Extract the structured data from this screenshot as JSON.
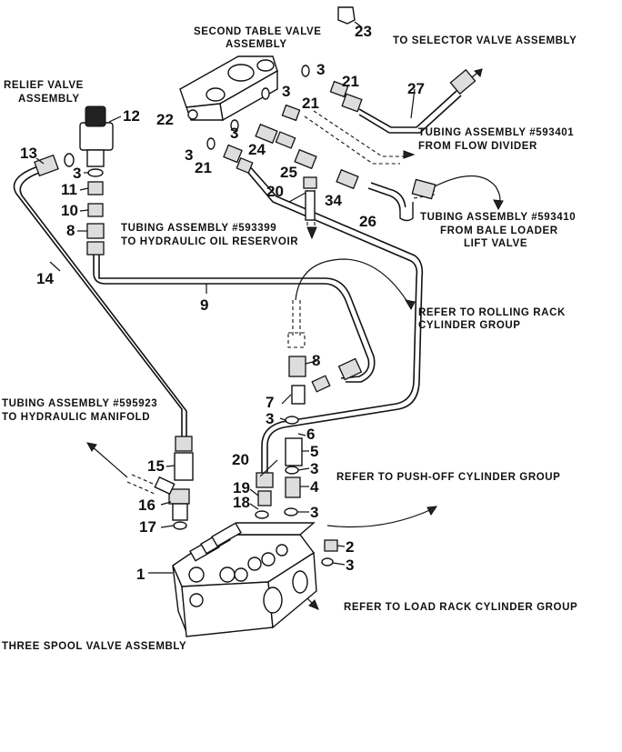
{
  "labels": {
    "second_table_valve": [
      "SECOND TABLE VALVE",
      "ASSEMBLY"
    ],
    "to_selector": "TO SELECTOR VALVE ASSEMBLY",
    "relief_valve": [
      "RELIEF VALVE",
      "ASSEMBLY"
    ],
    "tubing_593401": [
      "TUBING ASSEMBLY #593401",
      "FROM FLOW DIVIDER"
    ],
    "tubing_593410": [
      "TUBING ASSEMBLY #593410",
      "FROM BALE LOADER",
      "LIFT VALVE"
    ],
    "tubing_593399": [
      "TUBING ASSEMBLY #593399",
      "TO HYDRAULIC OIL RESERVOIR"
    ],
    "rolling_rack": [
      "REFER TO ROLLING RACK",
      "CYLINDER GROUP"
    ],
    "tubing_595923": [
      "TUBING ASSEMBLY #595923",
      "TO HYDRAULIC MANIFOLD"
    ],
    "push_off": "REFER TO PUSH-OFF CYLINDER GROUP",
    "load_rack": "REFER TO LOAD RACK CYLINDER GROUP",
    "three_spool": "THREE SPOOL VALVE ASSEMBLY"
  },
  "callouts": {
    "c23": "23",
    "c3a": "3",
    "c21a": "21",
    "c27": "27",
    "c3b": "3",
    "c21b": "21",
    "c22": "22",
    "c12": "12",
    "c3c": "3",
    "c24": "24",
    "c13": "13",
    "c3d": "3",
    "c21c": "21",
    "c25": "25",
    "c11": "11",
    "c34": "34",
    "c20a": "20",
    "c26": "26",
    "c10": "10",
    "c8a": "8",
    "c14": "14",
    "c9": "9",
    "c8b": "8",
    "c7": "7",
    "c3e": "3",
    "c6": "6",
    "c5": "5",
    "c20b": "20",
    "c15": "15",
    "c3f": "3",
    "c19": "19",
    "c4": "4",
    "c18": "18",
    "c16": "16",
    "c3g": "3",
    "c17": "17",
    "c2": "2",
    "c3h": "3",
    "c1": "1"
  }
}
